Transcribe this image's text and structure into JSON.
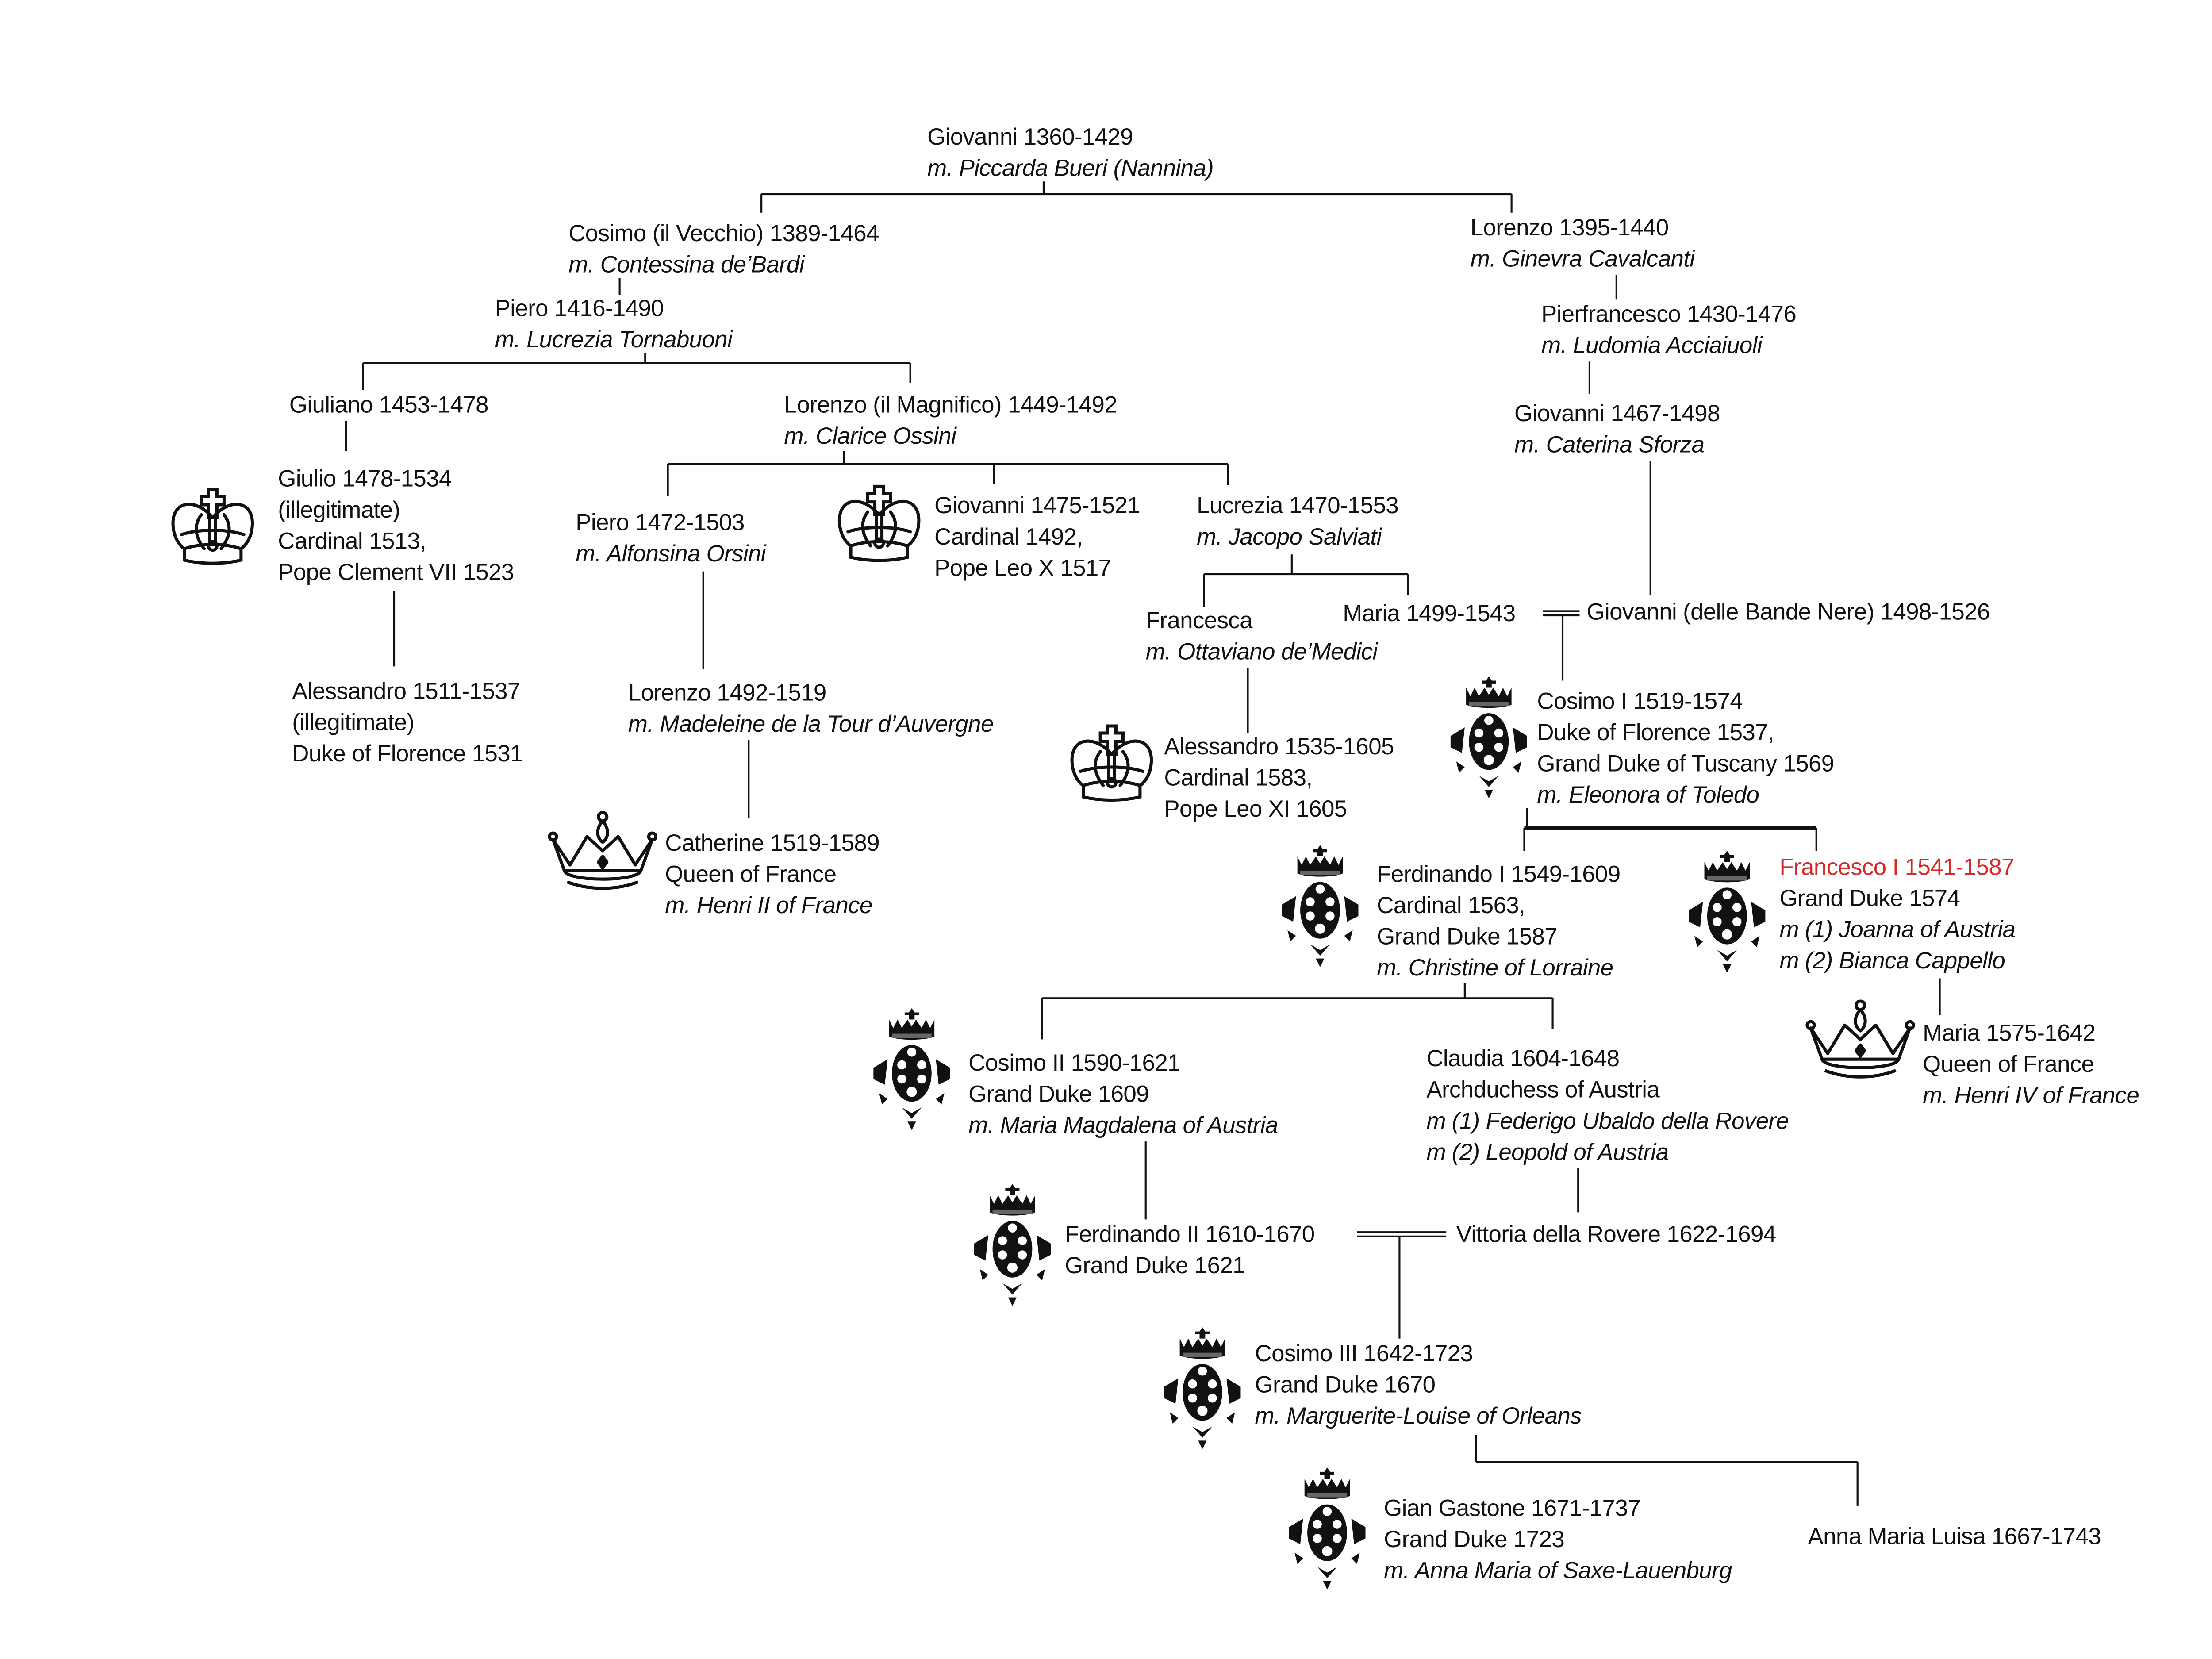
{
  "highlight_color": "#d42a2a",
  "nodes": [
    {
      "id": "giovanni-1360",
      "lines": [
        "Giovanni 1360-1429",
        "m. Piccarda Bueri (Nannina)"
      ]
    },
    {
      "id": "cosimo-il-vecchio",
      "lines": [
        "Cosimo (il Vecchio) 1389-1464",
        "m. Contessina de’Bardi"
      ]
    },
    {
      "id": "lorenzo-1395",
      "lines": [
        "Lorenzo 1395-1440",
        "m. Ginevra Cavalcanti"
      ]
    },
    {
      "id": "piero-1416",
      "lines": [
        "Piero 1416-1490",
        "m. Lucrezia Tornabuoni"
      ]
    },
    {
      "id": "pierfrancesco-1430",
      "lines": [
        "Pierfrancesco 1430-1476",
        "m. Ludomia Acciaiuoli"
      ]
    },
    {
      "id": "giuliano-1453",
      "lines": [
        "Giuliano 1453-1478"
      ]
    },
    {
      "id": "lorenzo-il-magnifico",
      "lines": [
        "Lorenzo (il Magnifico) 1449-1492",
        "m. Clarice Ossini"
      ]
    },
    {
      "id": "giovanni-1467",
      "lines": [
        "Giovanni 1467-1498",
        "m. Caterina Sforza"
      ]
    },
    {
      "id": "giulio-1478",
      "icon": "papal-crown",
      "lines": [
        "Giulio 1478-1534",
        "(illegitimate)",
        "Cardinal 1513,",
        "Pope Clement VII 1523"
      ]
    },
    {
      "id": "piero-1472",
      "lines": [
        "Piero 1472-1503",
        "m. Alfonsina Orsini"
      ]
    },
    {
      "id": "giovanni-1475",
      "icon": "papal-crown",
      "lines": [
        "Giovanni 1475-1521",
        "Cardinal 1492,",
        "Pope Leo X 1517"
      ]
    },
    {
      "id": "lucrezia-1470",
      "lines": [
        "Lucrezia 1470-1553",
        "m. Jacopo Salviati"
      ]
    },
    {
      "id": "francesca",
      "lines": [
        "Francesca",
        "m. Ottaviano de’Medici"
      ]
    },
    {
      "id": "maria-1499",
      "lines": [
        "Maria 1499-1543"
      ]
    },
    {
      "id": "giovanni-delle-bande-nere",
      "lines": [
        "Giovanni (delle Bande Nere) 1498-1526"
      ]
    },
    {
      "id": "alessandro-1511",
      "lines": [
        "Alessandro 1511-1537",
        "(illegitimate)",
        "Duke of Florence 1531"
      ]
    },
    {
      "id": "lorenzo-1492",
      "lines": [
        "Lorenzo 1492-1519",
        "m. Madeleine de la Tour d’Auvergne"
      ]
    },
    {
      "id": "cosimo-i",
      "icon": "grand-ducal-arms",
      "lines": [
        "Cosimo I 1519-1574",
        "Duke of Florence 1537,",
        "Grand Duke of Tuscany 1569",
        "m. Eleonora of Toledo"
      ]
    },
    {
      "id": "alessandro-1535",
      "icon": "papal-crown",
      "lines": [
        "Alessandro 1535-1605",
        "Cardinal 1583,",
        "Pope Leo XI 1605"
      ]
    },
    {
      "id": "catherine-1519",
      "icon": "royal-crown",
      "lines": [
        "Catherine 1519-1589",
        "Queen of France",
        "m. Henri II of France"
      ]
    },
    {
      "id": "ferdinando-i",
      "icon": "grand-ducal-arms",
      "lines": [
        "Ferdinando I 1549-1609",
        "Cardinal 1563,",
        "Grand Duke 1587",
        "m. Christine of Lorraine"
      ]
    },
    {
      "id": "francesco-i",
      "icon": "grand-ducal-arms",
      "highlighted": true,
      "lines": [
        "Francesco I 1541-1587",
        "Grand Duke 1574",
        "m (1) Joanna of Austria",
        "m (2) Bianca Cappello"
      ]
    },
    {
      "id": "maria-1575",
      "icon": "royal-crown",
      "lines": [
        "Maria 1575-1642",
        "Queen of France",
        "m. Henri IV of France"
      ]
    },
    {
      "id": "cosimo-ii",
      "icon": "grand-ducal-arms",
      "lines": [
        "Cosimo II 1590-1621",
        "Grand Duke 1609",
        "m. Maria Magdalena of Austria"
      ]
    },
    {
      "id": "claudia-1604",
      "lines": [
        "Claudia 1604-1648",
        "Archduchess of Austria",
        "m (1) Federigo Ubaldo della Rovere",
        "m (2) Leopold of Austria"
      ]
    },
    {
      "id": "ferdinando-ii",
      "icon": "grand-ducal-arms",
      "lines": [
        "Ferdinando II 1610-1670",
        "Grand Duke 1621"
      ]
    },
    {
      "id": "vittoria-della-rovere",
      "lines": [
        "Vittoria della Rovere 1622-1694"
      ]
    },
    {
      "id": "cosimo-iii",
      "icon": "grand-ducal-arms",
      "lines": [
        "Cosimo III 1642-1723",
        "Grand Duke 1670",
        "m. Marguerite-Louise of Orleans"
      ]
    },
    {
      "id": "gian-gastone",
      "icon": "grand-ducal-arms",
      "lines": [
        "Gian Gastone 1671-1737",
        "Grand Duke 1723",
        "m. Anna Maria of Saxe-Lauenburg"
      ]
    },
    {
      "id": "anna-maria-luisa",
      "lines": [
        "Anna Maria Luisa 1667-1743"
      ]
    }
  ]
}
